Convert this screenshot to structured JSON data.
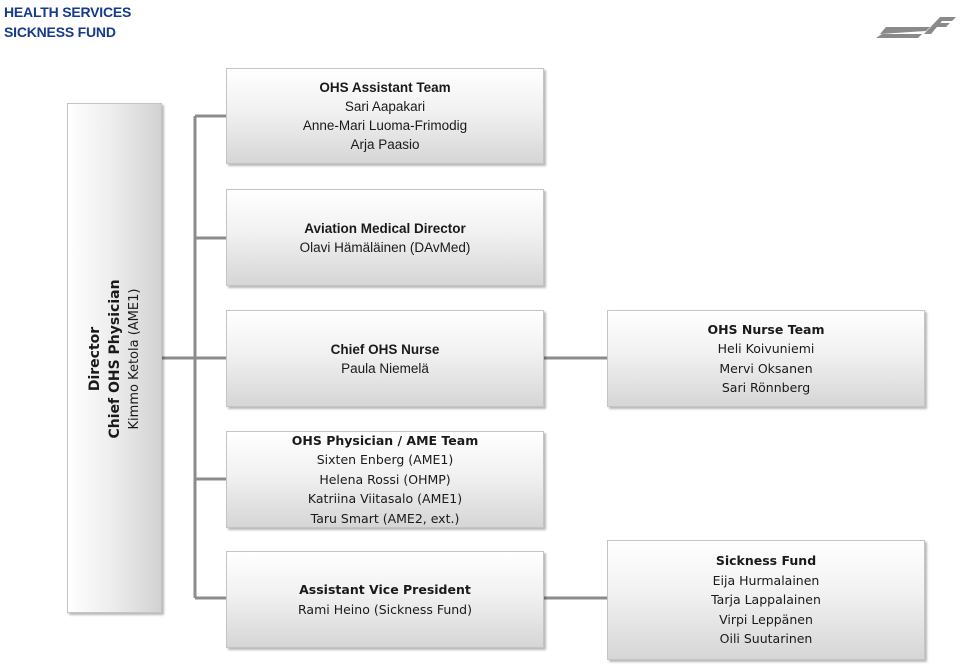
{
  "header": {
    "line1": "HEALTH SERVICES",
    "line2": "SICKNESS FUND"
  },
  "logo": {
    "icon": "airline-logo-icon",
    "color": "#8a8a8a"
  },
  "colors": {
    "header_text": "#163a8c",
    "connector": "#8c8c8c",
    "box_border": "#c4c4c4"
  },
  "director": {
    "title": "Director",
    "role": "Chief OHS Physician",
    "name": "Kimmo Ketola (AME1)"
  },
  "assistant_team": {
    "title": "OHS Assistant Team",
    "members": [
      "Sari Aapakari",
      "Anne-Mari Luoma-Frimodig",
      "Arja Paasio"
    ]
  },
  "aviation_director": {
    "title": "Aviation Medical Director",
    "name": "Olavi Hämäläinen (DAvMed)"
  },
  "chief_nurse": {
    "title": "Chief OHS Nurse",
    "name": "Paula Niemelä"
  },
  "nurse_team": {
    "title": "OHS Nurse Team",
    "members": [
      "Heli Koivuniemi",
      "Mervi Oksanen",
      "Sari Rönnberg"
    ]
  },
  "physician_team": {
    "title": "OHS Physician / AME Team",
    "members": [
      "Sixten Enberg (AME1)",
      "Helena Rossi (OHMP)",
      "Katriina Viitasalo (AME1)",
      "Taru Smart (AME2, ext.)"
    ]
  },
  "vice_president": {
    "title": "Assistant Vice President",
    "name": "Rami Heino (Sickness Fund)"
  },
  "sickness_fund": {
    "title": "Sickness Fund",
    "members": [
      "Eija Hurmalainen",
      "Tarja Lappalainen",
      "Virpi Leppänen",
      "Oili Suutarinen"
    ]
  }
}
